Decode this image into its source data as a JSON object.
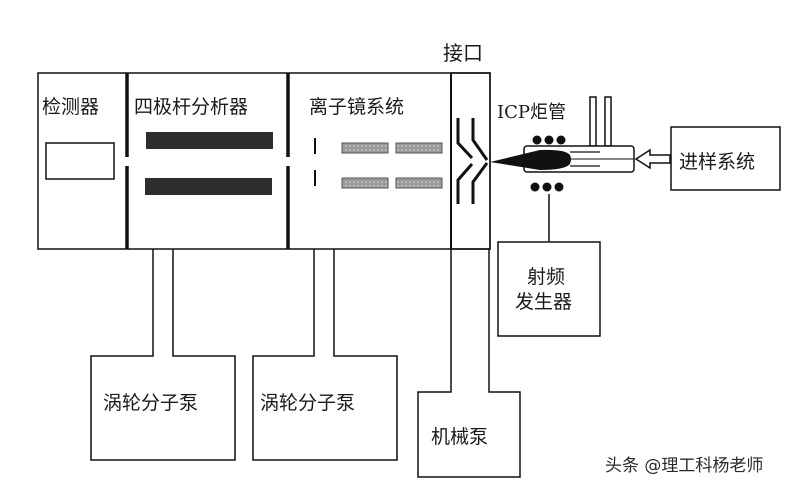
{
  "diagram": {
    "title_interface": "接口",
    "sections": {
      "detector": "检测器",
      "quadrupole": "四极杆分析器",
      "ion_lens": "离子镜系统"
    },
    "torch_label": "ICP炬管",
    "sample_intro": "进样系统",
    "rf_generator_line1": "射频",
    "rf_generator_line2": "发生器",
    "turbo_pump_1": "涡轮分子泵",
    "turbo_pump_2": "涡轮分子泵",
    "mechanical_pump": "机械泵",
    "watermark": "头条 @理工科杨老师"
  },
  "colors": {
    "line": "#111111",
    "rod": "#2e2e2e",
    "lens": "#8a8a8a",
    "background": "#ffffff"
  }
}
